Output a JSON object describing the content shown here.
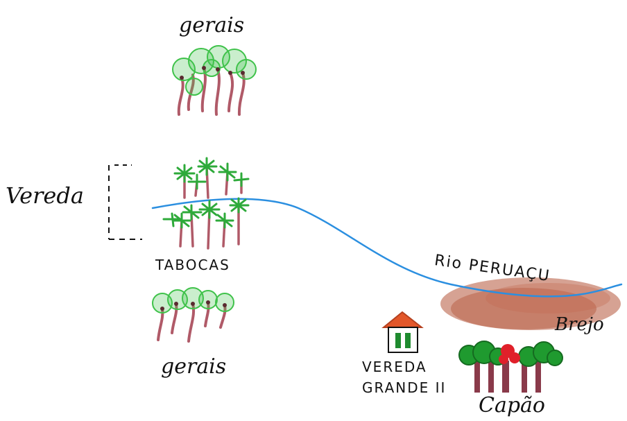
{
  "labels": {
    "gerais_top": "gerais",
    "vereda": "Vereda",
    "tabocas": "TABOCAS",
    "gerais_bottom": "gerais",
    "rio": "Rio PERUAÇU",
    "brejo": "Brejo",
    "vereda_grande_line1": "VEREDA",
    "vereda_grande_line2": "GRANDE II",
    "capao": "Capão"
  },
  "colors": {
    "river": "#2b8fe0",
    "tree_trunk": "#b05a68",
    "tree_canopy": "#3fc24a",
    "palm_leaf": "#2eaa3a",
    "brejo": "#b4553a",
    "house_roof": "#e2572a",
    "house_door": "#1f8b2f",
    "capao_trunk": "#8a3a4a",
    "capao_canopy": "#1f9a2f",
    "capao_flower": "#e0202a"
  },
  "icons": [
    "tree-cluster-icon",
    "palm-cluster-icon",
    "house-icon",
    "marsh-icon"
  ]
}
